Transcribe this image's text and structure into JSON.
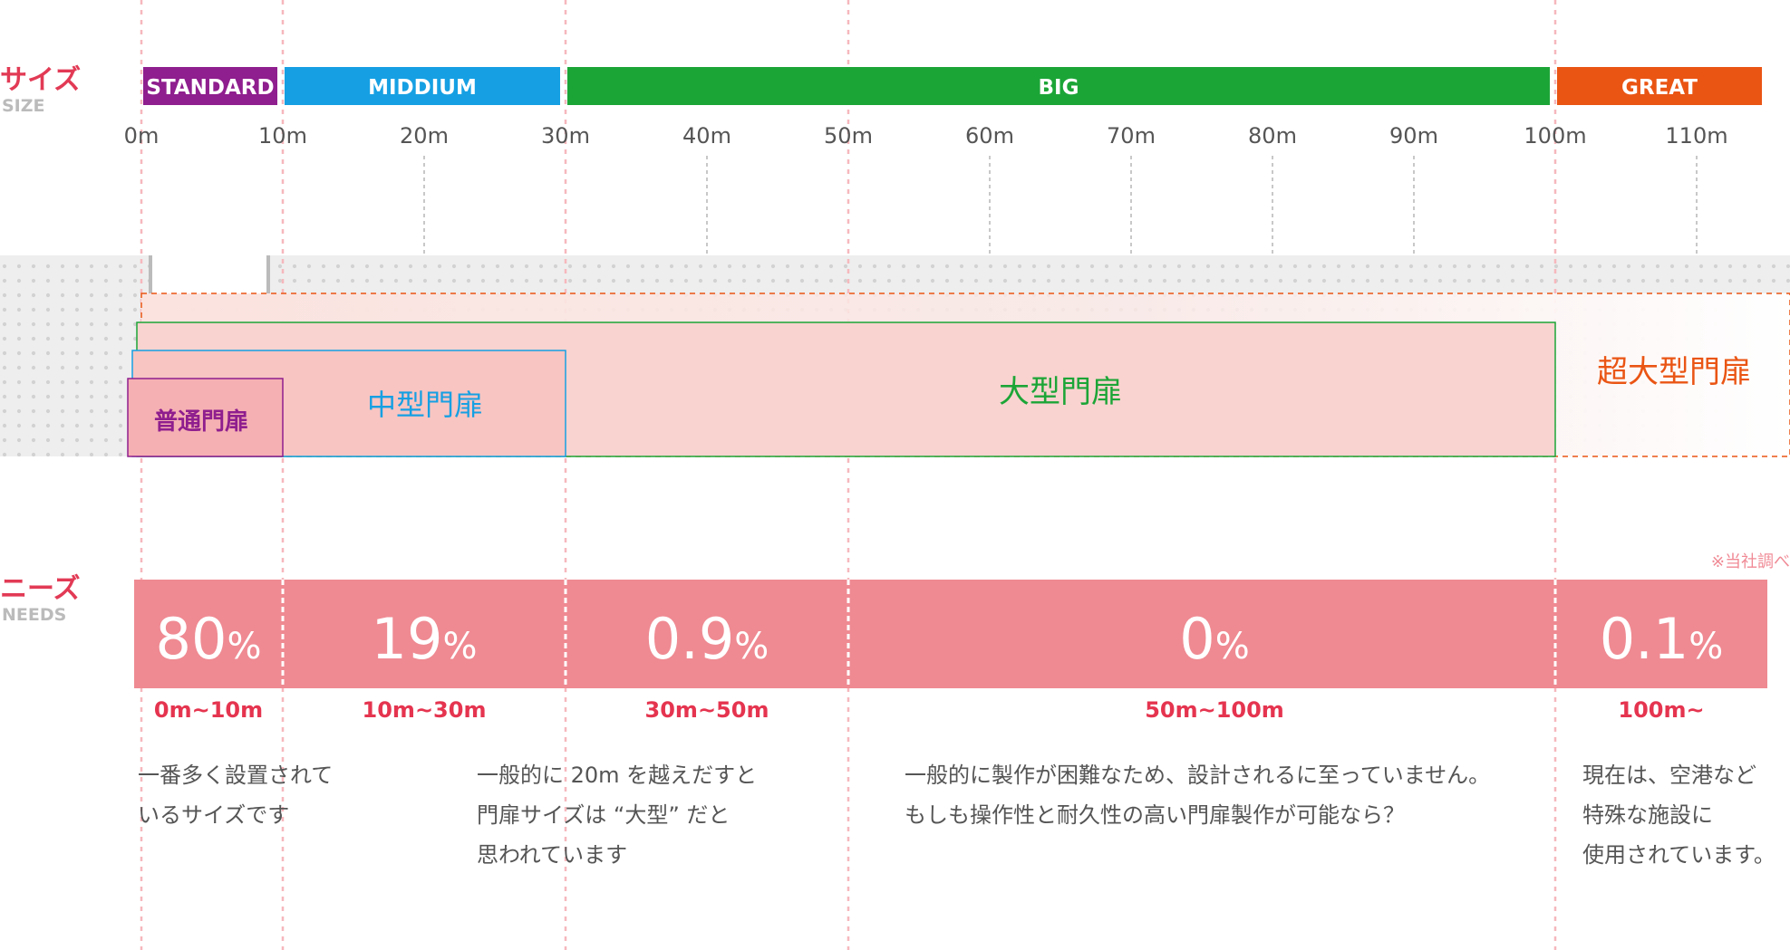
{
  "labels": {
    "size_jp": "サイズ",
    "size_en": "SIZE",
    "needs_jp": "ニーズ",
    "needs_en": "NEEDS",
    "note": "※当社調べ"
  },
  "colors": {
    "label_red": "#e23a55",
    "label_gray": "#bbbbbb",
    "standard": "#8f1e8e",
    "middium": "#16a0e3",
    "big": "#1ca537",
    "great": "#ea5514",
    "needs_bar": "#ef8a92",
    "range_text": "#e5344f",
    "desc_text": "#555555",
    "guide": "#f6b8bd",
    "dots_bg": "#eeeeee",
    "dot": "#d2d2d2"
  },
  "chart_data": {
    "type": "bar",
    "x_axis": {
      "unit": "m",
      "ticks": [
        0,
        10,
        20,
        30,
        40,
        50,
        60,
        70,
        80,
        90,
        100,
        110
      ],
      "tick_labels": [
        "0m",
        "10m",
        "20m",
        "30m",
        "40m",
        "50m",
        "60m",
        "70m",
        "80m",
        "90m",
        "100m",
        "110m"
      ],
      "range": [
        0,
        115
      ]
    },
    "size_categories": [
      {
        "label": "STANDARD",
        "from": 0,
        "to": 10,
        "color": "#8f1e8e"
      },
      {
        "label": "MIDDIUM",
        "from": 10,
        "to": 30,
        "color": "#16a0e3"
      },
      {
        "label": "BIG",
        "from": 30,
        "to": 100,
        "color": "#1ca537"
      },
      {
        "label": "GREAT",
        "from": 100,
        "to": 115,
        "color": "#ea5514"
      }
    ],
    "gate_types": [
      {
        "label": "普通門扉",
        "from": 0,
        "to": 10,
        "color": "#8f1e8e"
      },
      {
        "label": "中型門扉",
        "from": 0,
        "to": 30,
        "color": "#16a0e3"
      },
      {
        "label": "大型門扉",
        "from": 0,
        "to": 100,
        "color": "#1ca537"
      },
      {
        "label": "超大型門扉",
        "from": 0,
        "to": 115,
        "color": "#ea5514"
      }
    ],
    "needs": [
      {
        "value_num": "80",
        "unit": "%",
        "value": 80,
        "range": "0m~10m",
        "from": 0,
        "to": 10,
        "desc": [
          "一番多く設置されて",
          "いるサイズです"
        ]
      },
      {
        "value_num": "19",
        "unit": "%",
        "value": 19,
        "range": "10m~30m",
        "from": 10,
        "to": 30,
        "desc": []
      },
      {
        "value_num": "0.9",
        "unit": "%",
        "value": 0.9,
        "range": "30m~50m",
        "from": 30,
        "to": 50,
        "desc": [
          "一般的に 20m を越えだすと",
          "門扉サイズは “大型” だと",
          "思われています"
        ]
      },
      {
        "value_num": "0",
        "unit": "%",
        "value": 0,
        "range": "50m~100m",
        "from": 50,
        "to": 100,
        "desc": [
          "一般的に製作が困難なため、設計されるに至っていません。",
          "もしも操作性と耐久性の高い門扉製作が可能なら？"
        ]
      },
      {
        "value_num": "0.1",
        "unit": "%",
        "value": 0.1,
        "range": "100m~",
        "from": 100,
        "to": 115,
        "desc": [
          "現在は、空港など",
          "特殊な施設に",
          "使用されています。"
        ]
      }
    ]
  }
}
